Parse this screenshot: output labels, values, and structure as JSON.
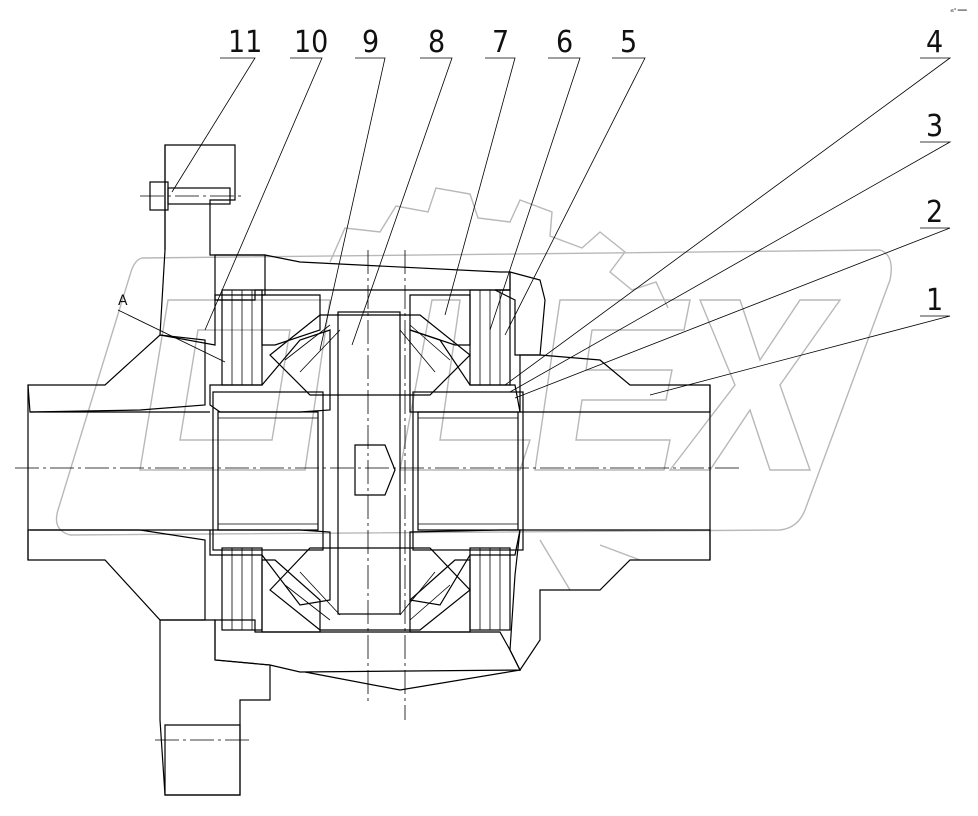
{
  "drawing": {
    "corner_mark": "≤⁰ ═══",
    "watermark": "OLEX",
    "callouts": [
      "11",
      "10",
      "9",
      "8",
      "7",
      "6",
      "5",
      "4",
      "3",
      "2",
      "1"
    ],
    "section_label": "A"
  }
}
